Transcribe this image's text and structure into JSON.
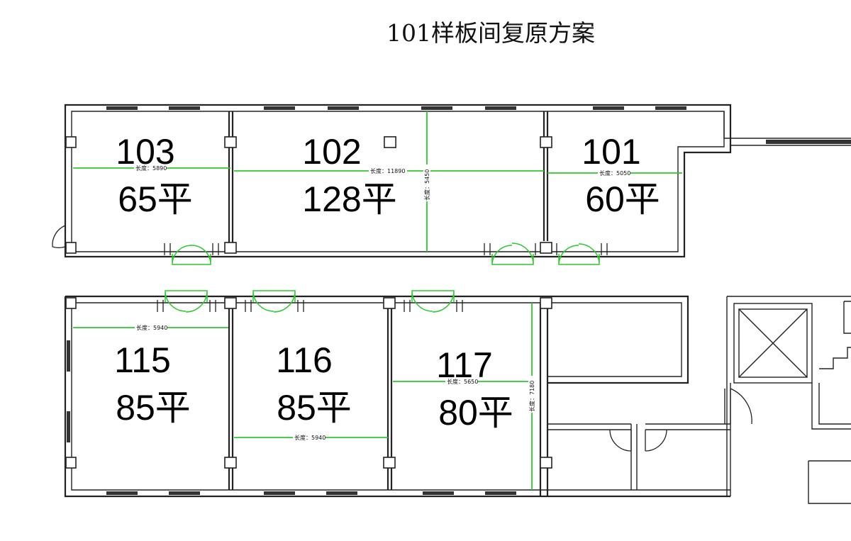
{
  "title": "101样板间复原方案",
  "rooms": [
    {
      "id": "103",
      "area": "65平"
    },
    {
      "id": "102",
      "area": "128平"
    },
    {
      "id": "101",
      "area": "60平"
    },
    {
      "id": "115",
      "area": "85平"
    },
    {
      "id": "116",
      "area": "85平"
    },
    {
      "id": "117",
      "area": "80平"
    }
  ],
  "dimensions": [
    {
      "label": "长度：5890",
      "value": 5890
    },
    {
      "label": "长度：11890",
      "value": 11890
    },
    {
      "label": "长度：5450",
      "value": 5450
    },
    {
      "label": "长度：5050",
      "value": 5050
    },
    {
      "label": "长度：5940",
      "value": 5940
    },
    {
      "label": "长度：5650",
      "value": 5650
    },
    {
      "label": "长度：5940",
      "value": 5940
    },
    {
      "label": "长度：7180",
      "value": 7180
    }
  ],
  "colors": {
    "wall": "#222222",
    "dimension_line": "#2ec82e",
    "background": "#ffffff"
  }
}
